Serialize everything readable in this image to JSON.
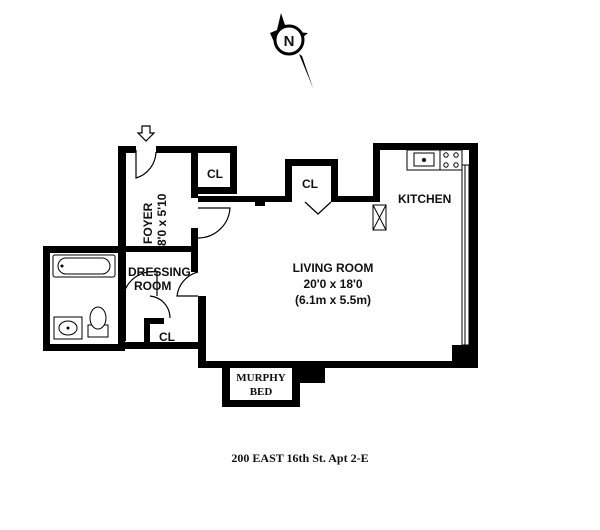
{
  "compass": {
    "letter": "N"
  },
  "rooms": {
    "foyer": {
      "name": "FOYER",
      "dims": "8'0 x 5'10"
    },
    "kitchen": {
      "name": "KITCHEN"
    },
    "living": {
      "name": "LIVING ROOM",
      "dims": "20'0 x 18'0",
      "metric": "(6.1m x 5.5m)"
    },
    "dressing": {
      "line1": "DRESSING",
      "line2": "ROOM"
    },
    "closet_foyer": {
      "name": "CL"
    },
    "closet_living": {
      "name": "CL"
    },
    "closet_dressing": {
      "name": "CL"
    },
    "murphy": {
      "line1": "MURPHY",
      "line2": "BED"
    }
  },
  "caption": "200 EAST 16th St. Apt 2-E"
}
